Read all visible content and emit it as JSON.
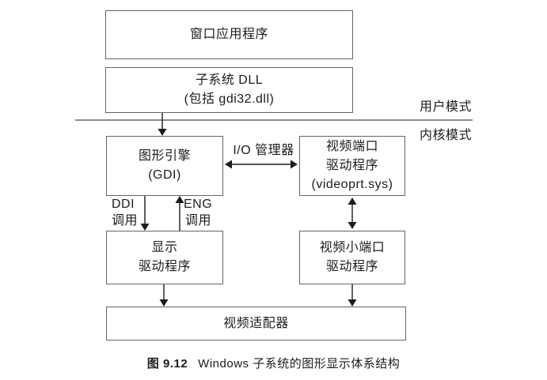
{
  "figure": {
    "boxes": {
      "window_app": {
        "lines": [
          "窗口应用程序"
        ]
      },
      "subsystem_dll": {
        "lines": [
          "子系统 DLL",
          "(包括 gdi32.dll)"
        ]
      },
      "gdi": {
        "lines": [
          "图形引擎",
          "(GDI)"
        ]
      },
      "video_port": {
        "lines": [
          "视频端口",
          "驱动程序",
          "(videoprt.sys)"
        ]
      },
      "display_driver": {
        "lines": [
          "显示",
          "驱动程序"
        ]
      },
      "video_miniport": {
        "lines": [
          "视频小端口",
          "驱动程序"
        ]
      },
      "video_adapter": {
        "lines": [
          "视频适配器"
        ]
      }
    },
    "labels": {
      "user_mode": "用户模式",
      "kernel_mode": "内核模式",
      "io_manager": "I/O 管理器",
      "ddi_line1": "DDI",
      "ddi_line2": "调用",
      "eng_line1": "ENG",
      "eng_line2": "调用"
    },
    "caption": {
      "figure_no": "图 9.12",
      "title": "Windows 子系统的图形显示体系结构"
    },
    "colors": {
      "box_border": "#646464",
      "text": "#1c1c1c",
      "separator_line": "#7d7d7d",
      "arrow": "#1c1c1c",
      "background": "#ffffff"
    }
  }
}
